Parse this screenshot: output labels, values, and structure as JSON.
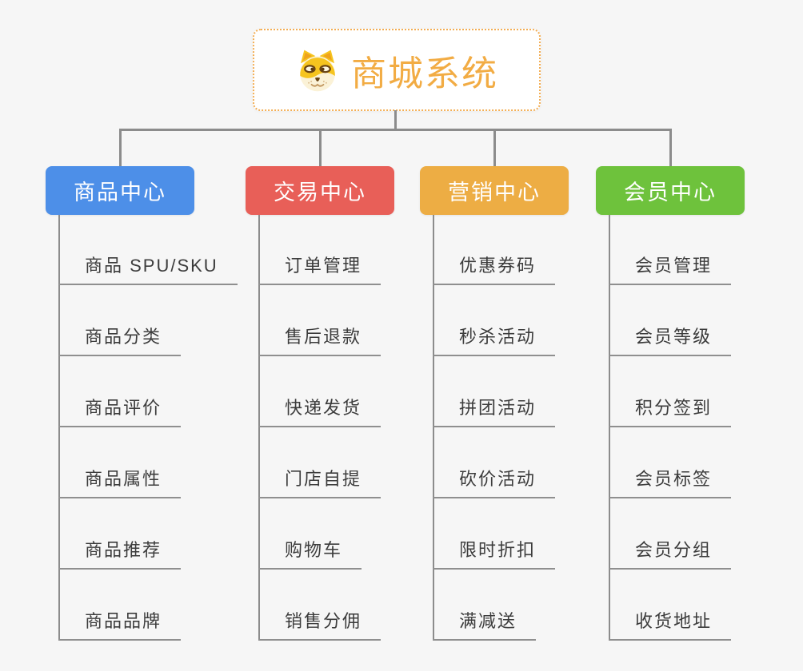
{
  "root": {
    "title": "商城系统",
    "icon": "doge-icon",
    "title_color": "#F2AC44",
    "border_color": "#F3AE55"
  },
  "branches": [
    {
      "label": "商品中心",
      "color": "#4D8FE8",
      "items": [
        "商品 SPU/SKU",
        "商品分类",
        "商品评价",
        "商品属性",
        "商品推荐",
        "商品品牌"
      ]
    },
    {
      "label": "交易中心",
      "color": "#E85F58",
      "items": [
        "订单管理",
        "售后退款",
        "快递发货",
        "门店自提",
        "购物车",
        "销售分佣"
      ]
    },
    {
      "label": "营销中心",
      "color": "#EDAD44",
      "items": [
        "优惠券码",
        "秒杀活动",
        "拼团活动",
        "砍价活动",
        "限时折扣",
        "满减送"
      ]
    },
    {
      "label": "会员中心",
      "color": "#6EC23C",
      "items": [
        "会员管理",
        "会员等级",
        "积分签到",
        "会员标签",
        "会员分组",
        "收货地址"
      ]
    }
  ],
  "colors": {
    "background": "#F6F6F6",
    "connector": "#8C8C8C",
    "underline": "#8F8F8F",
    "item_text": "#3C3C3C"
  }
}
